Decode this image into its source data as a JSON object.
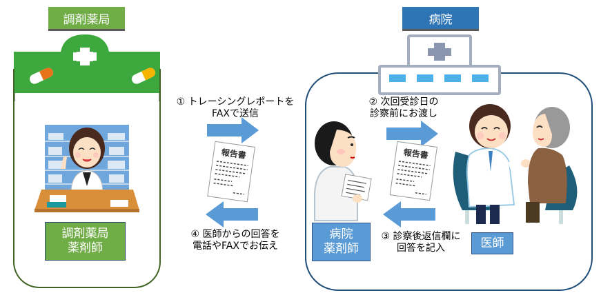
{
  "pharmacy": {
    "header": "調剤薬局",
    "role_label": [
      "調剤薬局",
      "薬剤師"
    ],
    "icons": [
      "pharmacy-sign-icon",
      "pharmacist-illustration"
    ]
  },
  "hospital": {
    "header": "病院",
    "pharmacist_label": [
      "病院",
      "薬剤師"
    ],
    "doctor_label": "医師",
    "icons": [
      "hospital-building-icon",
      "hospital-pharmacist-illustration",
      "doctor-patient-illustration"
    ]
  },
  "steps": [
    {
      "number": "①",
      "lines": [
        "① トレーシングレポートを",
        "FAXで送信"
      ],
      "direction": "right"
    },
    {
      "number": "②",
      "lines": [
        "② 次回受診日の",
        "診察前にお渡し"
      ],
      "direction": "right"
    },
    {
      "number": "③",
      "lines": [
        "③ 診察後返信欄に",
        "回答を記入"
      ],
      "direction": "left"
    },
    {
      "number": "④",
      "lines": [
        "④ 医師からの回答を",
        "電話やFAXでお伝え"
      ],
      "direction": "left"
    }
  ],
  "report_document": {
    "title": "報告書"
  },
  "colors": {
    "pharmacy_green": "#70ad47",
    "hospital_blue": "#2e75b6",
    "label_blue": "#5b9bd5",
    "arrow_blue": "#5b9bd5",
    "pharmacy_border": "#3e6322",
    "hospital_border": "#1f4e79"
  }
}
